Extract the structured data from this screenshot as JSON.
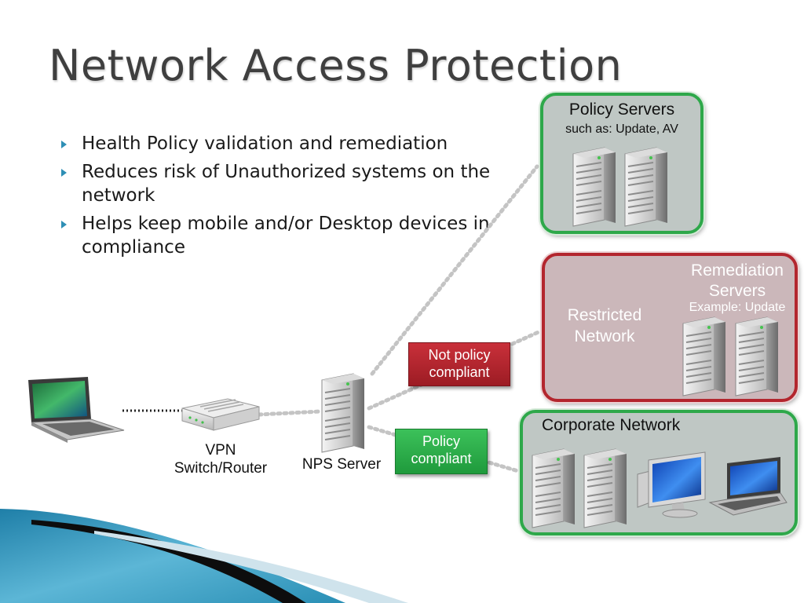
{
  "slide": {
    "title": "Network Access Protection",
    "bullets": [
      "Health Policy validation and remediation",
      "Reduces risk of Unauthorized systems on the network",
      "Helps keep mobile and/or Desktop devices in compliance"
    ]
  },
  "diagram": {
    "policy_servers": {
      "title": "Policy Servers",
      "subtitle": "such as: Update, AV"
    },
    "restricted_network": {
      "label": "Restricted Network"
    },
    "remediation_servers": {
      "title": "Remediation Servers",
      "subtitle": "Example: Update"
    },
    "corporate_network": {
      "title": "Corporate Network"
    },
    "status_tags": {
      "not_compliant": "Not policy compliant",
      "compliant": "Policy compliant"
    },
    "devices": {
      "vpn": "VPN Switch/Router",
      "nps": "NPS Server"
    }
  },
  "colors": {
    "title_text": "#3f3f3f",
    "bullet_arrow": "#2e8fb5",
    "compliant_green": "#2ea84a",
    "noncompliant_red": "#b3262e",
    "decor_teal": "#2b8db0"
  }
}
